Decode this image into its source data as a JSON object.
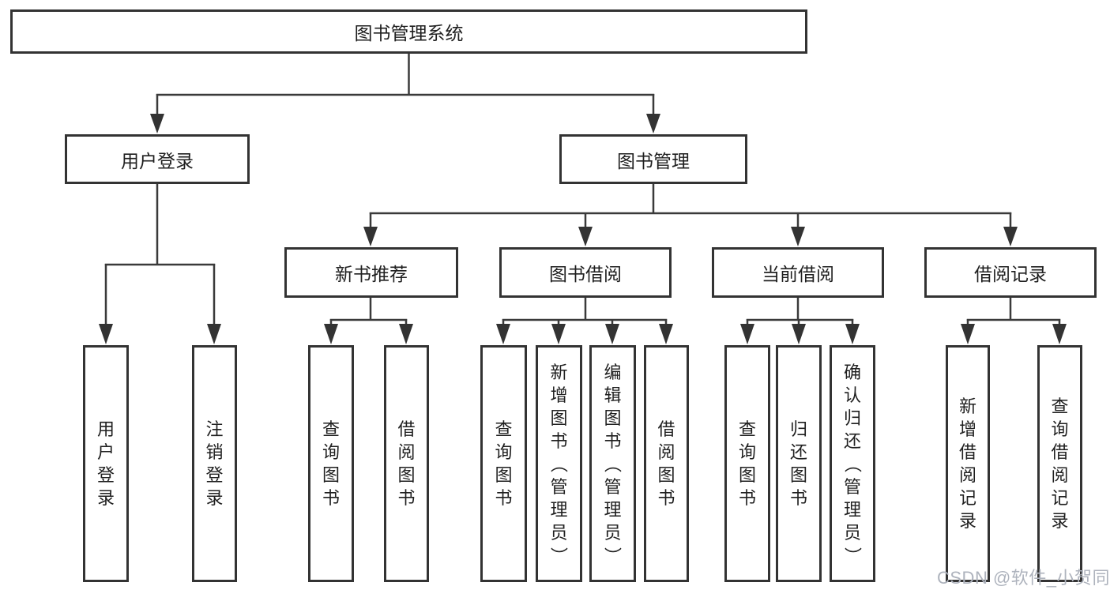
{
  "diagram": {
    "title": "图书管理系统",
    "level2": [
      {
        "label": "用户登录"
      },
      {
        "label": "图书管理"
      }
    ],
    "level3": [
      {
        "label": "新书推荐"
      },
      {
        "label": "图书借阅"
      },
      {
        "label": "当前借阅"
      },
      {
        "label": "借阅记录"
      }
    ],
    "leaves": [
      {
        "parent": "用户登录",
        "label": "用户登录"
      },
      {
        "parent": "用户登录",
        "label": "注销登录"
      },
      {
        "parent": "新书推荐",
        "label": "查询图书"
      },
      {
        "parent": "新书推荐",
        "label": "借阅图书"
      },
      {
        "parent": "图书借阅",
        "label": "查询图书"
      },
      {
        "parent": "图书借阅",
        "label": "新增图书（管理员）"
      },
      {
        "parent": "图书借阅",
        "label": "编辑图书（管理员）"
      },
      {
        "parent": "图书借阅",
        "label": "借阅图书"
      },
      {
        "parent": "当前借阅",
        "label": "查询图书"
      },
      {
        "parent": "当前借阅",
        "label": "归还图书"
      },
      {
        "parent": "当前借阅",
        "label": "确认归还（管理员）"
      },
      {
        "parent": "借阅记录",
        "label": "新增借阅记录"
      },
      {
        "parent": "借阅记录",
        "label": "查询借阅记录"
      }
    ]
  },
  "watermark": "CSDN @软件_小贺同学",
  "colors": {
    "line": "#3a3a3a",
    "box_border": "#333333",
    "text": "#1f1f1f",
    "watermark": "#aeb3bd",
    "background": "#ffffff"
  }
}
